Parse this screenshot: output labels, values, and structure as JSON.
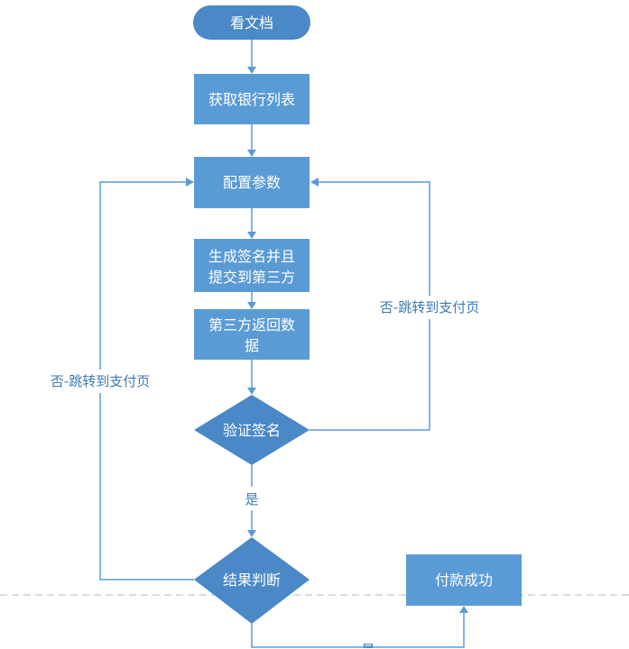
{
  "nodes": {
    "start": "看文档",
    "get_bank_list": "获取银行列表",
    "config_params": "配置参数",
    "gen_sign_line1": "生成签名并且",
    "gen_sign_line2": "提交到第三方",
    "third_party_line1": "第三方返回数",
    "third_party_line2": "据",
    "verify_sign": "验证签名",
    "result_judge": "结果判断",
    "pay_success": "付款成功"
  },
  "edges": {
    "yes_verify": "是",
    "no_left": "否-跳转到支付页",
    "no_right": "否-跳转到支付页",
    "yes_bottom": "是"
  },
  "colors": {
    "node_fill": "#5b9bd5",
    "node_fill_dark": "#4a88c7",
    "line": "#5b9bd5",
    "label": "#3d7ab3",
    "dashed": "#b8b8b8"
  }
}
